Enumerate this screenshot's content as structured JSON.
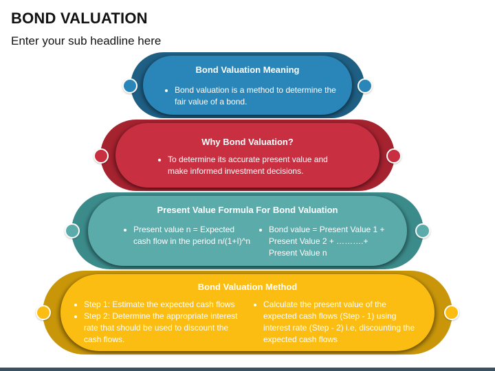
{
  "header": {
    "title": "BOND VALUATION",
    "subtitle": "Enter your sub headline here"
  },
  "colors": {
    "tier1_outer": "#1f5f84",
    "tier1_inner": "#2a86b8",
    "tier2_outer": "#a5222f",
    "tier2_inner": "#c83042",
    "tier3_outer": "#3c8b8b",
    "tier3_inner": "#5cabab",
    "tier4_outer": "#c9960a",
    "tier4_inner": "#fbbd11"
  },
  "tiers": [
    {
      "heading": "Bond Valuation Meaning",
      "bullets": [
        "Bond valuation is a method to determine the fair value of a bond."
      ]
    },
    {
      "heading": "Why Bond Valuation?",
      "bullets": [
        "To determine its accurate present value and make informed investment decisions."
      ]
    },
    {
      "heading": "Present Value Formula For Bond Valuation",
      "left_bullets": [
        "Present value n = Expected cash flow in the period n/(1+I)^n"
      ],
      "right_bullets": [
        "Bond value = Present Value 1 + Present Value 2 + ……….+ Present Value n"
      ]
    },
    {
      "heading": "Bond Valuation Method",
      "left_bullets": [
        "Step 1: Estimate the expected cash flows",
        "Step 2: Determine the appropriate interest rate that should be used to discount the cash flows."
      ],
      "right_bullets": [
        "Calculate the present value of the expected cash flows (Step - 1) using interest rate (Step - 2) i.e, discounting the expected cash flows"
      ]
    }
  ]
}
